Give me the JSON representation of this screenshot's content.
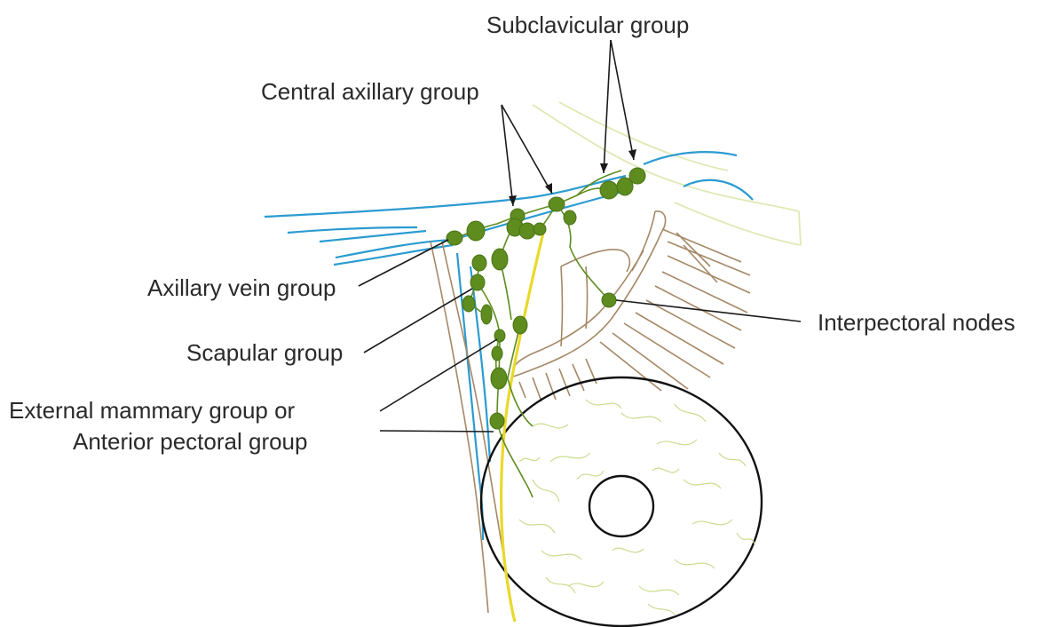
{
  "labels": {
    "subclavicular": "Subclavicular group",
    "central": "Central axillary group",
    "axillary_vein": "Axillary vein group",
    "scapular": "Scapular group",
    "external_1": "External mammary group or",
    "external_2": "Anterior pectoral group",
    "interpectoral": "Interpectoral nodes"
  },
  "colors": {
    "lymph_node": "#5e8c1f",
    "vein": "#2b9bd1",
    "nerve": "#e9d92a",
    "muscle": "#a58866",
    "clavicle": "#dfe9b4",
    "bone_texture": "#c9dc8e",
    "text": "#2a2a2a"
  }
}
